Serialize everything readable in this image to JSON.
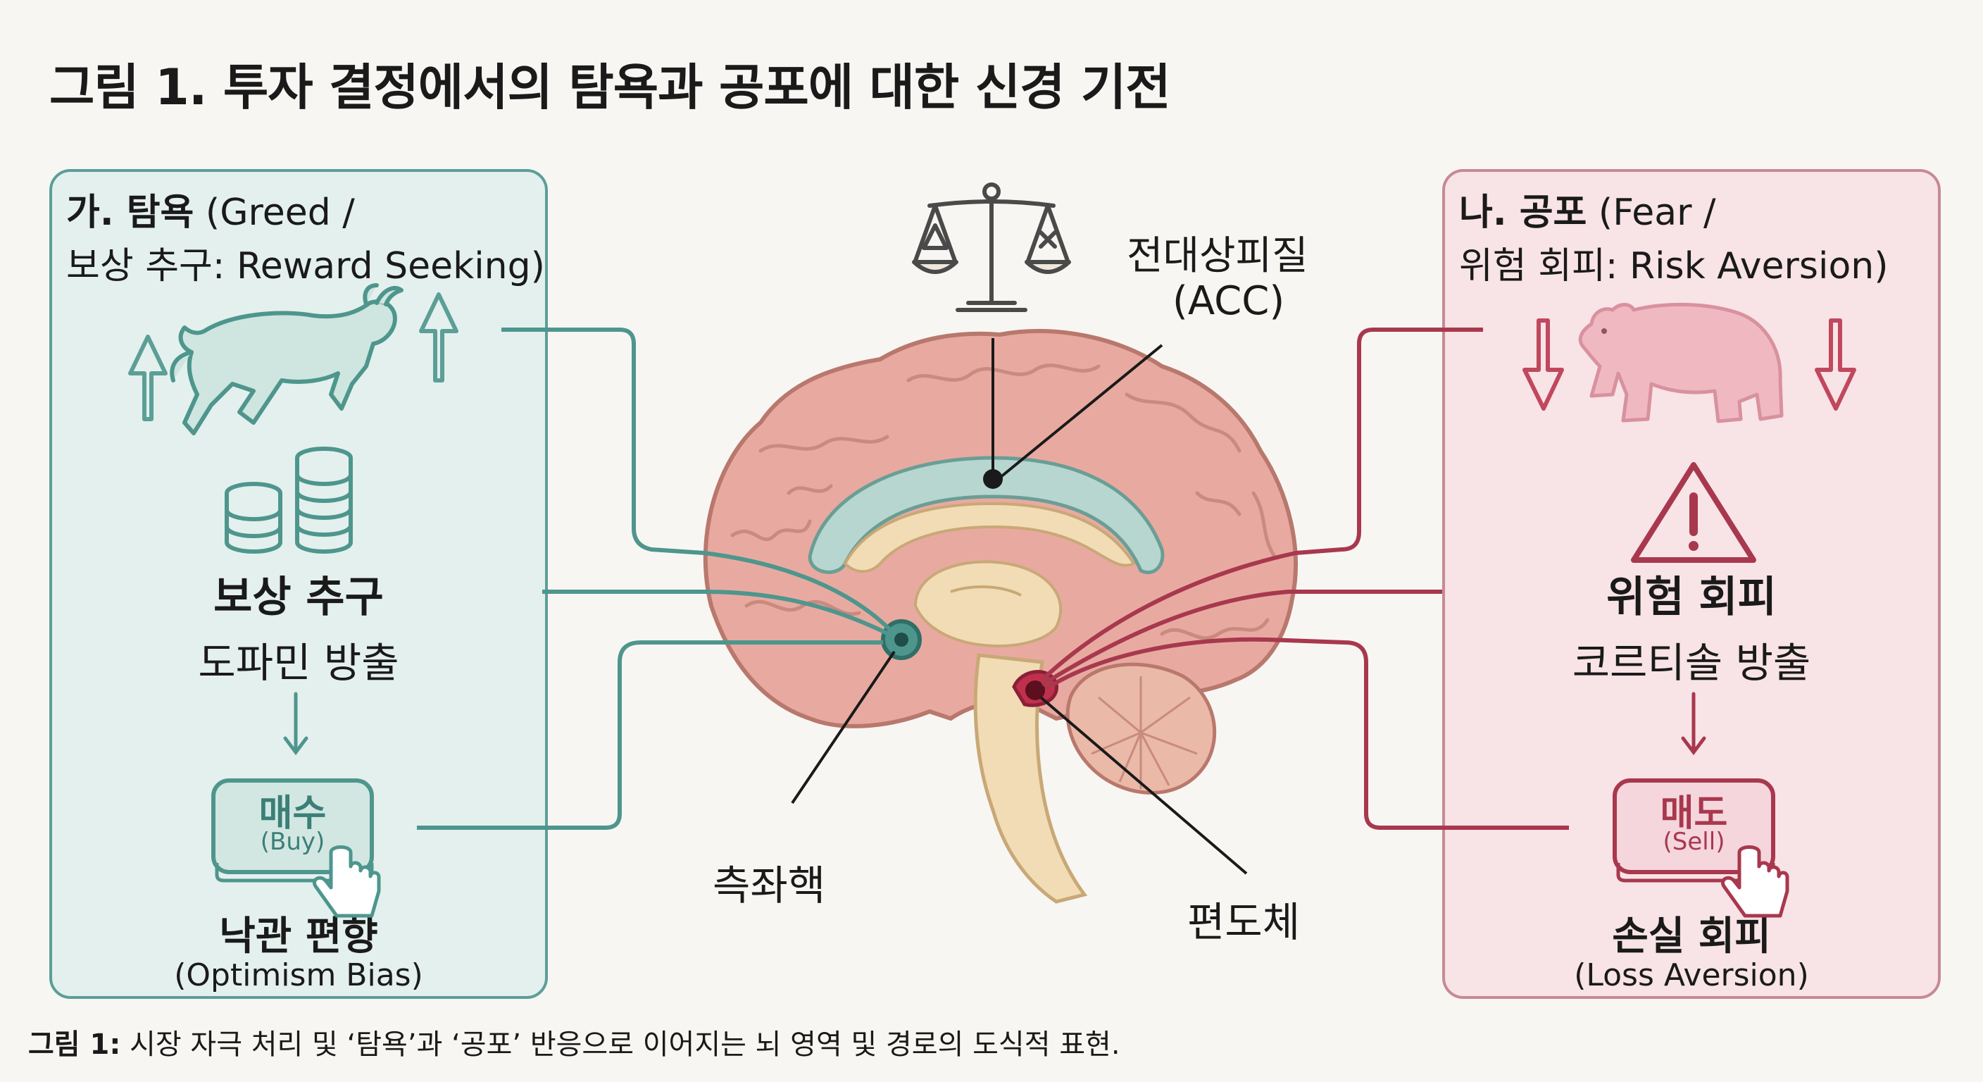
{
  "title": "그림 1. 투자 결정에서의 탐욕과 공포에 대한 신경 기전",
  "greed": {
    "heading_bold": "가. 탐욕",
    "heading_rest": " (Greed /",
    "heading_line2": "보상 추구: Reward Seeking)",
    "reward_title": "보상 추구",
    "reward_sub": "도파민 방출",
    "button_main": "매수",
    "button_sub": "(Buy)",
    "bias_title": "낙관 편향",
    "bias_sub": "(Optimism Bias)",
    "color": "#4e968d"
  },
  "fear": {
    "heading_bold": "나. 공포",
    "heading_rest": " (Fear /",
    "heading_line2": "위험 회피: Risk Aversion)",
    "risk_title": "위험 회피",
    "risk_sub": "코르티솔 방출",
    "button_main": "매도",
    "button_sub": "(Sell)",
    "loss_title": "손실 회피",
    "loss_sub": "(Loss Aversion)",
    "color": "#a8384e"
  },
  "brain": {
    "acc_label": "전대상피질",
    "acc_sub": "(ACC)",
    "nucleus_label": "측좌핵",
    "amygdala_label": "편도체"
  },
  "caption": {
    "label": "그림 1:",
    "text": " 시장 자극 처리 및 ‘탐욕’과 ‘공포’ 반응으로 이어지는 뇌 영역 및 경로의 도식적 표현."
  },
  "icons": [
    "scale-icon",
    "bull-icon",
    "bear-icon",
    "coins-icon",
    "warning-icon",
    "hand-cursor-icon",
    "up-arrow-icon",
    "down-arrow-icon"
  ]
}
